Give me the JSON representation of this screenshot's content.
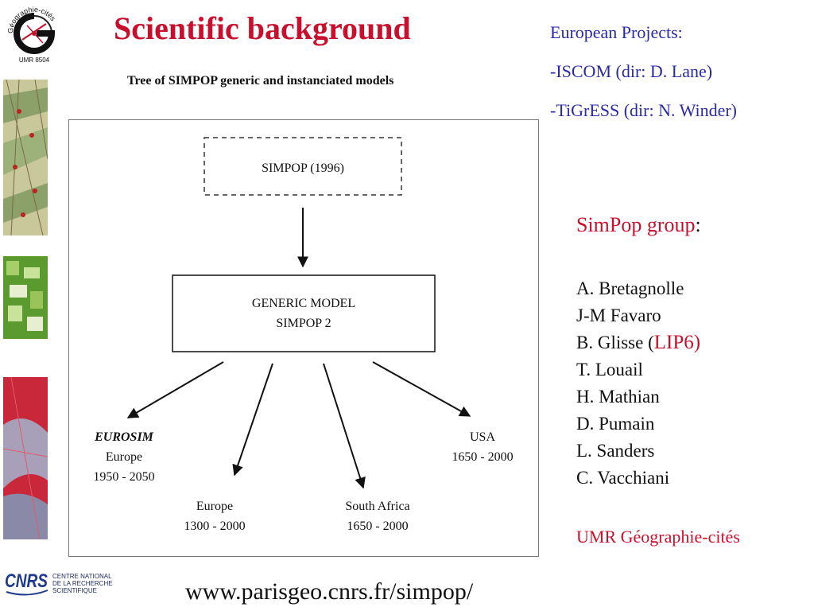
{
  "slide": {
    "title": "Scientific background",
    "diagram_caption": "Tree of SIMPOP generic and instanciated models",
    "url": "www.parisgeo.cnrs.fr/simpop/",
    "logo_top": {
      "text": "Géographie-cités",
      "sub": "UMR 8504"
    },
    "cnrs": {
      "mark": "CNRS",
      "lines": [
        "CENTRE NATIONAL",
        "DE LA RECHERCHE",
        "SCIENTIFIQUE"
      ]
    }
  },
  "projects": {
    "heading": "European Projects:",
    "items": [
      "-ISCOM (dir: D. Lane)",
      "-TiGrESS (dir: N. Winder)"
    ]
  },
  "group": {
    "title": "SimPop group",
    "colon": ":",
    "members": [
      "A. Bretagnolle",
      "J-M Favaro",
      "B. Glisse (",
      "T. Louail",
      "H. Mathian",
      "D. Pumain",
      "L. Sanders",
      "C. Vacchiani"
    ],
    "lip6": "LIP6)",
    "umr": "UMR Géographie-cités"
  },
  "diagram": {
    "root": "SIMPOP (1996)",
    "generic_line1": "GENERIC MODEL",
    "generic_line2": "SIMPOP 2",
    "leaves": [
      {
        "name": "EUROSIM",
        "region": "Europe",
        "period": "1950 - 2050"
      },
      {
        "name": "",
        "region": "Europe",
        "period": "1300 - 2000"
      },
      {
        "name": "",
        "region": "South Africa",
        "period": "1650 - 2000"
      },
      {
        "name": "",
        "region": "USA",
        "period": "1650 - 2000"
      }
    ]
  },
  "colors": {
    "title_red": "#c8102e",
    "project_blue": "#2a2aa6",
    "text_black": "#111111"
  }
}
